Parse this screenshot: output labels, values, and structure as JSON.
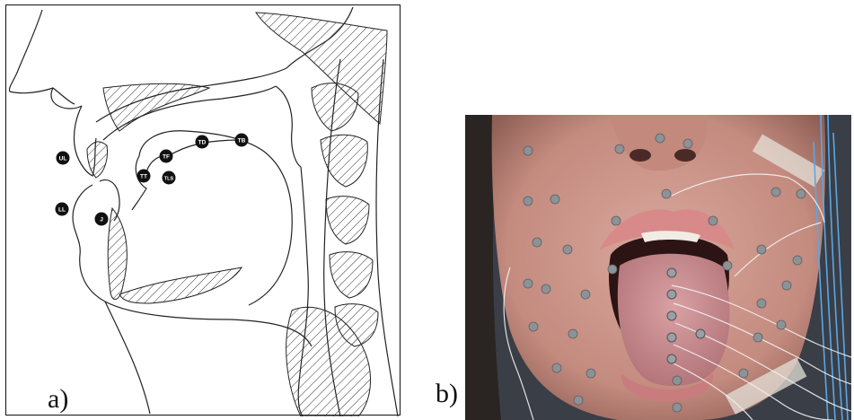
{
  "figure": {
    "panel_a": {
      "label": "a)",
      "sensor_markers": [
        {
          "id": "UL"
        },
        {
          "id": "LL"
        },
        {
          "id": "J"
        },
        {
          "id": "TT"
        },
        {
          "id": "TF"
        },
        {
          "id": "TLS"
        },
        {
          "id": "TD"
        },
        {
          "id": "TB"
        }
      ]
    },
    "panel_b": {
      "label": "b)"
    },
    "colors": {
      "line": "#222222",
      "marker_fill": "#111111",
      "marker_text": "#ffffff",
      "skin": "#c9928a",
      "tongue": "#c98b8f",
      "wire_blue": "#5aa7e6"
    }
  }
}
